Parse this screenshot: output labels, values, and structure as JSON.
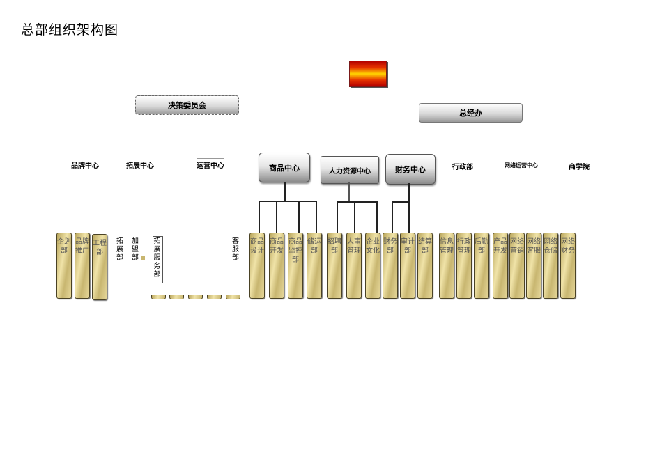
{
  "page": {
    "title": "总部组织架构图"
  },
  "top": {
    "decision_committee": "决策委员会",
    "general_manager": "总经办"
  },
  "departments": [
    {
      "key": "brand",
      "label": "品牌中心"
    },
    {
      "key": "expansion",
      "label": "拓展中心"
    },
    {
      "key": "operation",
      "label": "运营中心"
    },
    {
      "key": "product",
      "label": "商品中心"
    },
    {
      "key": "hr",
      "label": "人力资源中心"
    },
    {
      "key": "finance",
      "label": "财务中心"
    },
    {
      "key": "admin",
      "label": "行政部"
    },
    {
      "key": "online",
      "label": "网络运营中心"
    },
    {
      "key": "academy",
      "label": "商学院"
    }
  ],
  "sub_units": [
    "企划部",
    "品牌推广",
    "工程部",
    "商品设计",
    "商品开发",
    "商品监控部",
    "储运部",
    "招聘部",
    "人事管理",
    "企业文化",
    "财务部",
    "审计部",
    "结算部",
    "信息管理",
    "行政管理",
    "后勤部",
    "产品开发",
    "网络营销",
    "网络客服",
    "网络仓储",
    "网络财务"
  ],
  "loose_labels": {
    "expand_dept": "拓展部",
    "franchise_dept": "加盟部",
    "expand_service": "拓展服务部",
    "customer_service": "客服部"
  }
}
